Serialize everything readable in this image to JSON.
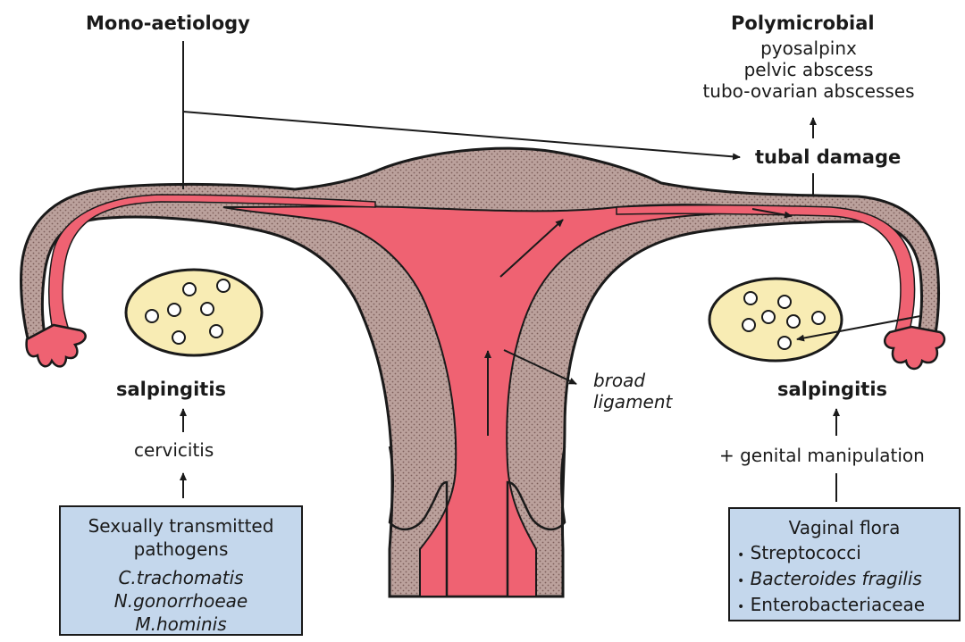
{
  "left": {
    "heading": "Mono-aetiology",
    "salpingitis": "salpingitis",
    "cause": "cervicitis",
    "box": {
      "title_line1": "Sexually transmitted",
      "title_line2": "pathogens",
      "organisms": [
        "C.trachomatis",
        "N.gonorrhoeae",
        "M.hominis"
      ]
    }
  },
  "right": {
    "heading": "Polymicrobial",
    "outcomes": [
      "pyosalpinx",
      "pelvic abscess",
      "tubo-ovarian abscesses"
    ],
    "tubal_damage": "tubal damage",
    "salpingitis": "salpingitis",
    "cause": "+ genital manipulation",
    "box": {
      "title": "Vaginal flora",
      "organisms": [
        "Streptococci",
        "Bacteroides fragilis",
        "Enterobacteriaceae"
      ]
    }
  },
  "center": {
    "ligament_line1": "broad",
    "ligament_line2": "ligament"
  },
  "colors": {
    "tissue": "#b69a96",
    "lumen": "#ef6272",
    "ovary": "#f8ecb4",
    "box": "#c4d7ec",
    "outline": "#1a1a1a"
  },
  "icons": {
    "bullet": "•"
  }
}
